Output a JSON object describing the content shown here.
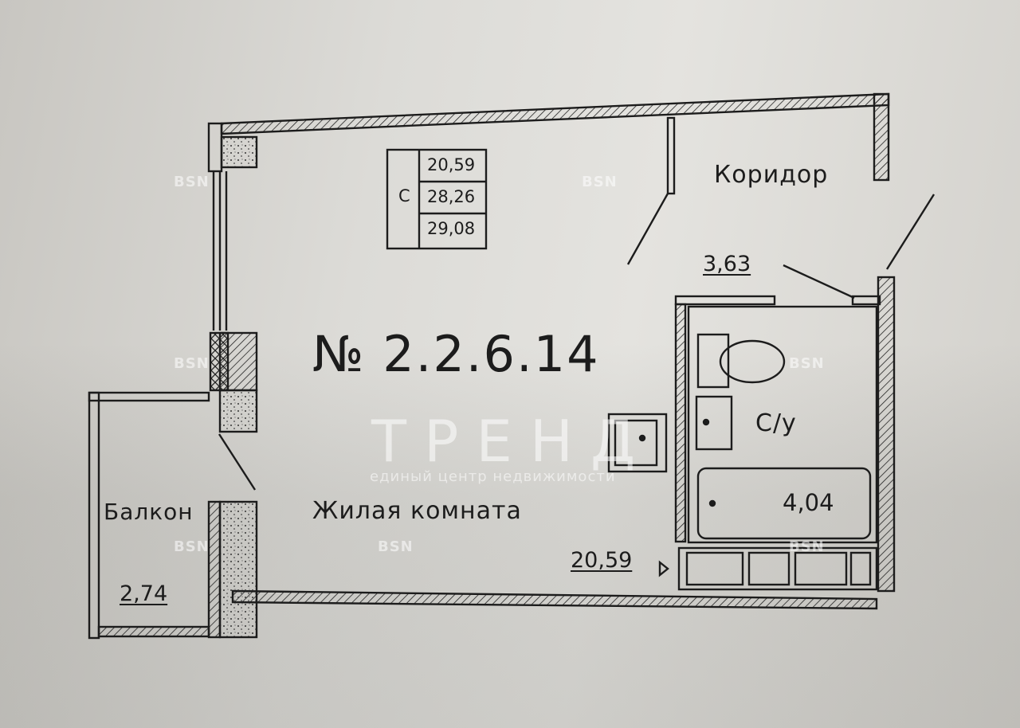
{
  "plan_number": "№ 2.2.6.14",
  "summary": {
    "letter": "С",
    "values": [
      "20,59",
      "28,26",
      "29,08"
    ]
  },
  "rooms": {
    "corridor": {
      "name": "Коридор",
      "area": "3,63"
    },
    "living": {
      "name": "Жилая комната",
      "area": "20,59"
    },
    "bathroom": {
      "name": "С/у",
      "area": "4,04"
    },
    "balcony": {
      "name": "Балкон",
      "area": "2,74"
    }
  },
  "watermark": {
    "brand": "ТРЕНД",
    "tagline": "единый центр недвижимости",
    "tag": "BSN"
  },
  "colors": {
    "ink": "#1c1c1c",
    "paper": "#dcdbd7"
  }
}
